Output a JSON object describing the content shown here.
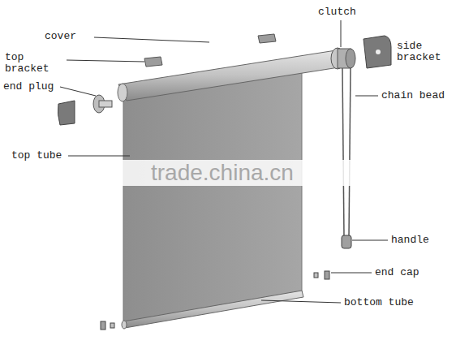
{
  "diagram": {
    "labels": [
      "cover",
      "top bracket",
      "end plug",
      "top tube",
      "clutch",
      "side bracket",
      "chain bead",
      "handle",
      "end cap",
      "bottom tube",
      "trade.china.cn"
    ]
  }
}
